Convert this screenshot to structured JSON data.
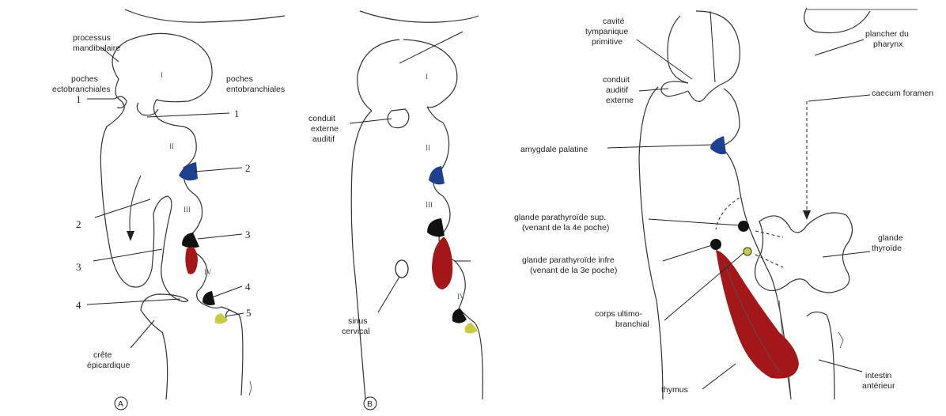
{
  "colors": {
    "blue": "#1f3f8f",
    "red": "#a3161a",
    "black": "#111111",
    "yellow": "#c8cc45",
    "ink": "#222222"
  },
  "panelA": {
    "processus_mandibulaire": [
      "processus",
      "mandibulaire"
    ],
    "poches_ecto": [
      "poches",
      "ectobranchiales"
    ],
    "poches_ento": [
      "poches",
      "entobranchiales"
    ],
    "left_numbers": [
      "1",
      "2",
      "3",
      "4"
    ],
    "right_numbers": [
      "1",
      "2",
      "3",
      "4",
      "5"
    ],
    "arches": [
      "I",
      "II",
      "III",
      "IV"
    ],
    "crete": [
      "crête",
      "épicardique"
    ],
    "badge": "A"
  },
  "panelB": {
    "conduit": [
      "conduit",
      "externe",
      "auditif"
    ],
    "sinus": [
      "sinus",
      "cervical"
    ],
    "arches": [
      "I",
      "II",
      "III",
      "IV"
    ],
    "badge": "B"
  },
  "panelC": {
    "cavite": [
      "cavité",
      "tympanique",
      "primitive"
    ],
    "conduit": [
      "conduit",
      "auditif",
      "externe"
    ],
    "amygdale": "amygdale palatine",
    "plancher": [
      "plancher du",
      "pharynx"
    ],
    "caecum": "caecum foramen",
    "parathyroide_sup": [
      "glande parathyroïde sup.",
      "(venant de la 4e poche)"
    ],
    "parathyroide_inf": [
      "glande parathyroïde infre",
      "(venant de la 3e poche)"
    ],
    "thyroide": [
      "glande",
      "thyroïde"
    ],
    "corps": [
      "corps ultimo-",
      "branchial"
    ],
    "thymus": "thymus",
    "intestin": [
      "intestin",
      "antérieur"
    ]
  }
}
